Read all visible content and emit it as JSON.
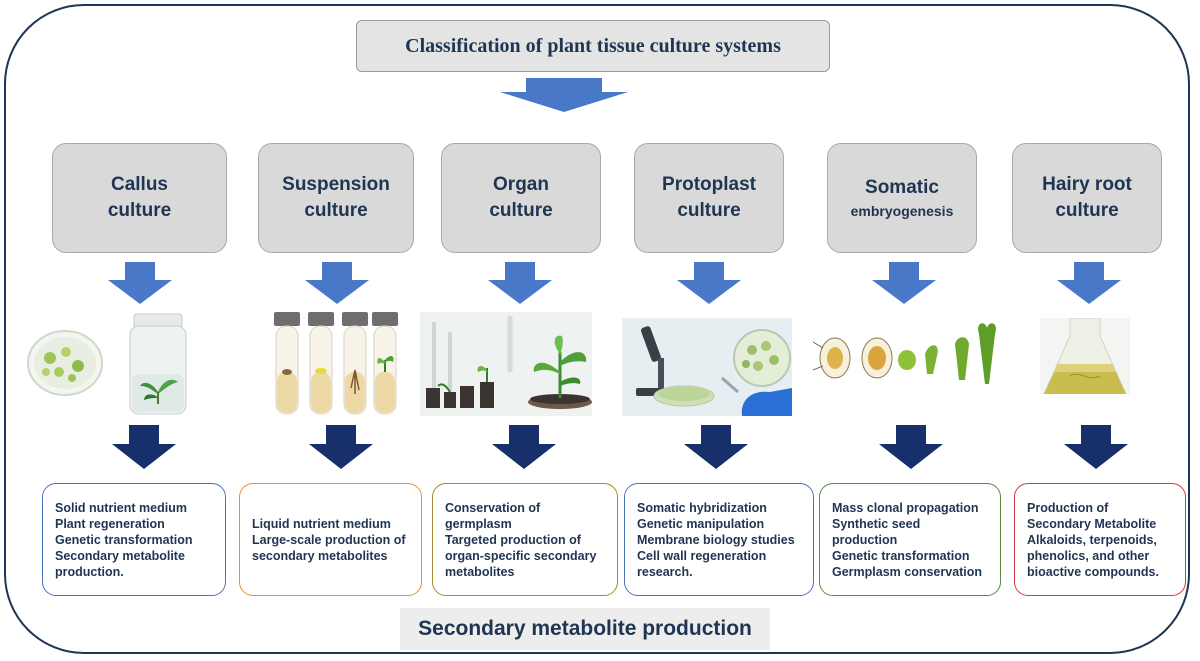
{
  "title": "Classification of plant tissue culture systems",
  "categories": [
    {
      "line1": "Callus",
      "line2": "culture"
    },
    {
      "line1": "Suspension",
      "line2": "culture"
    },
    {
      "line1": "Organ",
      "line2": "culture"
    },
    {
      "line1": "Protoplast",
      "line2": "culture"
    },
    {
      "line1": "Somatic",
      "line2": "embryogenesis"
    },
    {
      "line1": "Hairy root",
      "line2": "culture"
    }
  ],
  "descriptions": [
    [
      "Solid nutrient medium",
      "Plant regeneration",
      "Genetic transformation",
      "Secondary metabolite production."
    ],
    [
      "Liquid nutrient medium",
      "Large-scale production of secondary metabolites"
    ],
    [
      "Conservation of germplasm",
      "Targeted production of organ-specific secondary metabolites"
    ],
    [
      "Somatic hybridization",
      "Genetic manipulation",
      "Membrane biology studies",
      "Cell wall regeneration research."
    ],
    [
      "Mass clonal propagation",
      "Synthetic seed production",
      "Genetic transformation",
      "Germplasm conservation"
    ],
    [
      "Production of Secondary Metabolite Alkaloids, terpenoids, phenolics, and other bioactive compounds."
    ]
  ],
  "bottom_label": "Secondary metabolite production",
  "colors": {
    "frame": "#1f3552",
    "text": "#1f3552",
    "blue_arrow": "#4a78c9",
    "navy_arrow": "#17306b",
    "box_borders": [
      "#4a76b8",
      "#e3913f",
      "#a38a2e",
      "#4a76b8",
      "#5f8a3c",
      "#d63a3a"
    ]
  },
  "icons": [
    "petri-dish-icon",
    "jar-icon",
    "test-tubes-icon",
    "seedlings-icon",
    "microscope-icon",
    "embryo-stages-icon",
    "flask-icon"
  ]
}
